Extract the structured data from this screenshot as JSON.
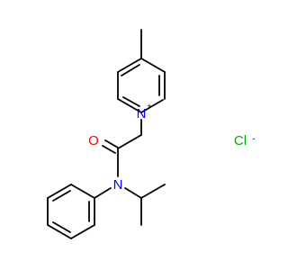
{
  "colors": {
    "bond": "#000000",
    "nitrogen": "#0000ff",
    "oxygen": "#ff0000",
    "chlorine": "#00aa00"
  },
  "atoms": {
    "pyridinium_n": {
      "symbol": "N",
      "charge": "+"
    },
    "amide_n": {
      "symbol": "N"
    },
    "carbonyl_o": {
      "symbol": "O"
    },
    "chloride": {
      "symbol": "Cl",
      "charge": "-"
    }
  }
}
